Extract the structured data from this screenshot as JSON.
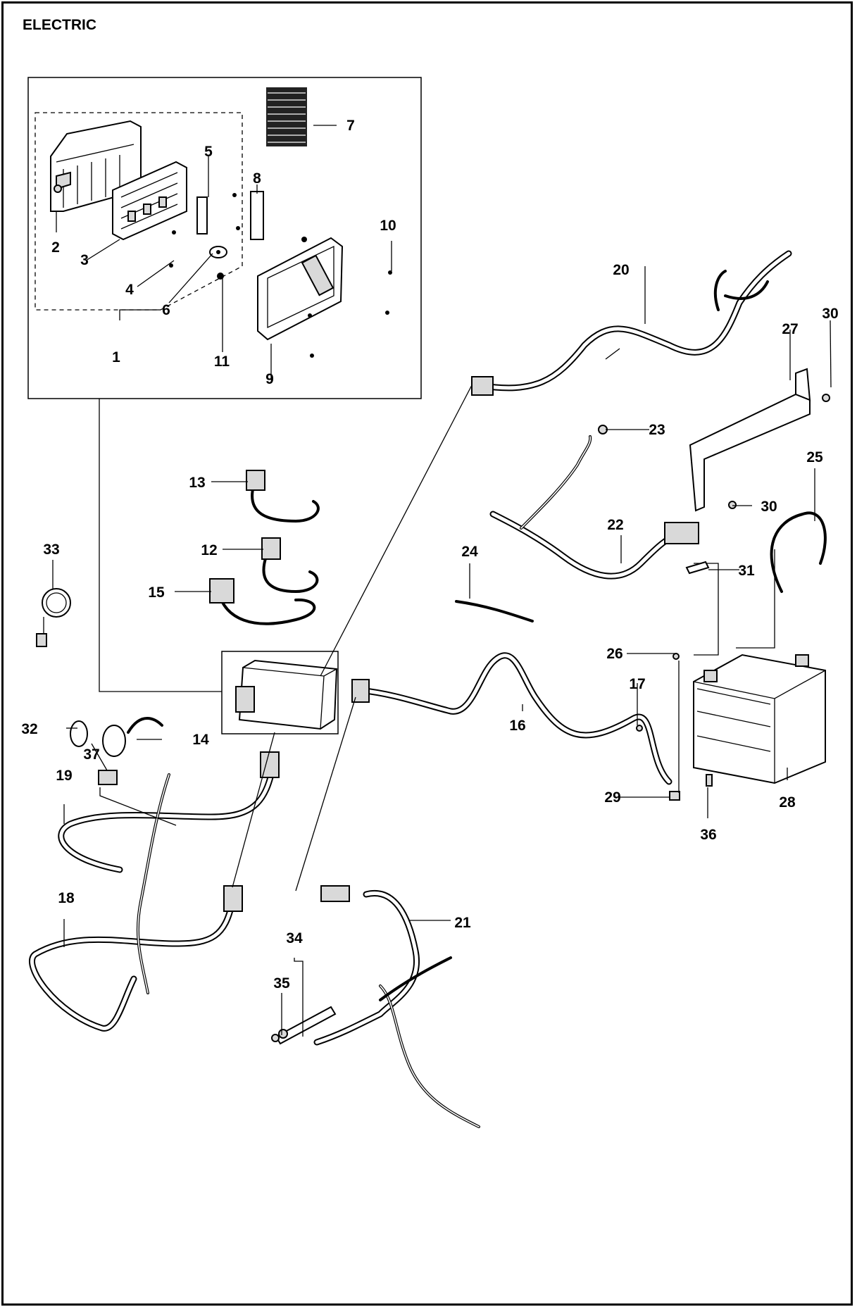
{
  "title": "ELECTRIC",
  "callouts": [
    "1",
    "2",
    "3",
    "4",
    "5",
    "6",
    "7",
    "8",
    "9",
    "10",
    "11",
    "12",
    "13",
    "14",
    "15",
    "16",
    "17",
    "18",
    "19",
    "20",
    "21",
    "22",
    "23",
    "24",
    "25",
    "26",
    "27",
    "28",
    "29",
    "30",
    "30",
    "31",
    "32",
    "33",
    "34",
    "35",
    "36",
    "37"
  ],
  "colors": {
    "ink": "#000000",
    "paper": "#ffffff",
    "shade": "#d9d9d9"
  }
}
